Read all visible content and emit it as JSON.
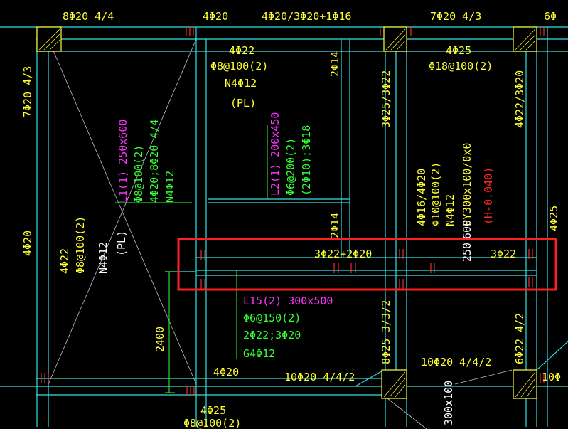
{
  "drawing": {
    "labels": {
      "top_1": "8Φ20 4/4",
      "top_2": "4Φ20",
      "top_3": "4Φ20/3Φ20+1Φ16",
      "top_4": "7Φ20 4/3",
      "top_5": "6Φ",
      "left_1": "7Φ20 4/3",
      "left_2": "4Φ20",
      "beam_a_1": "4Φ22",
      "beam_a_2": "Φ8@100(2)",
      "beam_a_3": "N4Φ12",
      "beam_a_4": "(PL)",
      "beam_b_1": "4Φ25",
      "beam_b_2": "Φ18@100(2)",
      "l1_name": "L1(1) 250x600",
      "l1_stirrup": "Φ8@100(2)",
      "l1_bars": "4Φ20;8Φ20 4/4",
      "l1_side": "N4Φ12",
      "l2_name": "L2(1) 200x450",
      "l2_stirrup": "Φ6@200(2)",
      "l2_bars": "(2Φ10);3Φ18",
      "v_2d14": "2Φ14",
      "v_3d25": "3Φ25/3Φ22",
      "v_4d22": "4Φ22/3Φ20",
      "py_1": "4Φ16/4Φ20",
      "py_2": "Φ10@100(2)",
      "py_3": "N4Φ12",
      "py_4": "PY300x100/0x0",
      "py_5": "(H-0.040)",
      "left_beam_1": "4Φ22",
      "left_beam_2": "Φ8@100(2)",
      "left_beam_3": "N4Φ12",
      "left_beam_4": "(PL)",
      "v_2d14b": "2Φ14",
      "mid_bar": "3Φ22+2Φ20",
      "size_250": "250",
      "size_600": "600",
      "right_bar": "3Φ22",
      "v_4d25": "4Φ25",
      "l15_name": "L15(2) 300x500",
      "l15_stirrup": "Φ6@150(2)",
      "l15_bars": "2Φ22;3Φ20",
      "l15_side": "G4Φ12",
      "dim_2400": "2400",
      "bot_1": "4Φ20",
      "bot_2": "10Φ20 4/4/2",
      "bot_3": "10Φ20 4/4/2",
      "bot_4": "10Φ",
      "v_8d25": "8Φ25 3/3/2",
      "v_6d22": "6Φ22 4/2",
      "bot_beam_1": "4Φ25",
      "bot_beam_2": "Φ8@100(2)",
      "bot_300": "300x100"
    },
    "colors": {
      "yellow": "#ffff33",
      "green": "#33ff33",
      "magenta": "#ff33ff",
      "red": "#ff2222",
      "cyan": "#33e0e0",
      "selection": "#ff2020"
    }
  }
}
